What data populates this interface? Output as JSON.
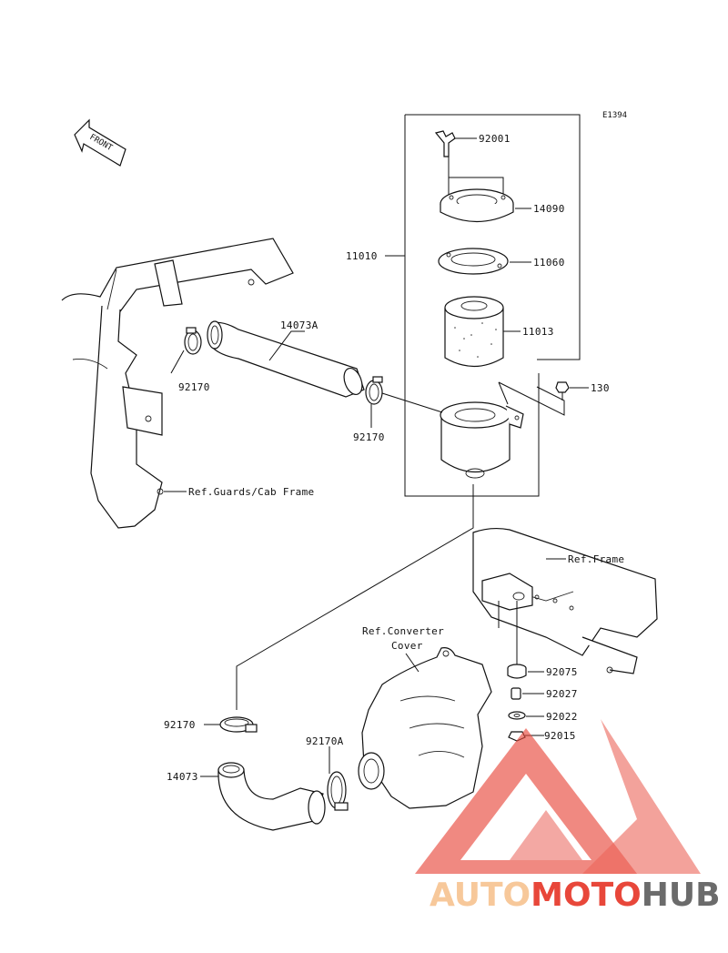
{
  "diagram_code": "E1394",
  "front_label": "FRONT",
  "parts": {
    "p92001": "92001",
    "p14090": "14090",
    "p11010": "11010",
    "p11060": "11060",
    "p11013": "11013",
    "p14073A": "14073A",
    "p130": "130",
    "p92170_left": "92170",
    "p92170_mid": "92170",
    "p92170_low": "92170",
    "p92170A": "92170A",
    "p14073": "14073",
    "p92075": "92075",
    "p92027": "92027",
    "p92022": "92022",
    "p92015": "92015"
  },
  "refs": {
    "guards": "Ref.Guards/Cab Frame",
    "frame": "Ref.Frame",
    "converter_line1": "Ref.Converter",
    "converter_line2": "Cover"
  },
  "watermark": {
    "part1": "AUTO",
    "part2": "MOTO",
    "part3": "HUB",
    "color_light": "#f7c89a",
    "color_red": "#e8473a",
    "color_dark": "#6b6b6b"
  }
}
